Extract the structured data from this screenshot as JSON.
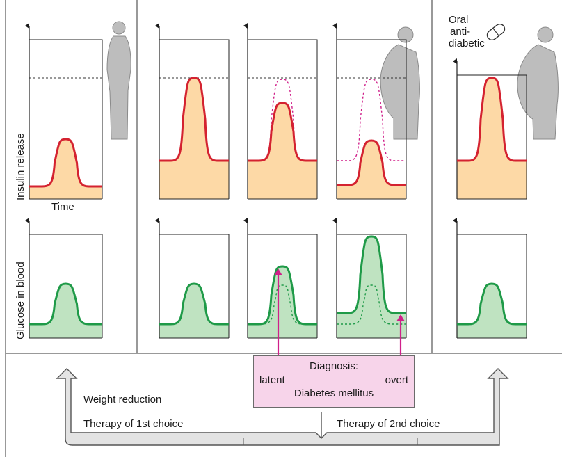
{
  "labels": {
    "y_insulin": "Insulin release",
    "y_glucose": "Glucose in blood",
    "x_time": "Time",
    "oral_antidiabetic": [
      "Oral",
      "anti-",
      "diabetic"
    ]
  },
  "diagnosis": {
    "title": "Diagnosis:",
    "latent": "latent",
    "overt": "overt",
    "disease": "Diabetes mellitus"
  },
  "therapy": {
    "weight_reduction": "Weight reduction",
    "first_choice": "Therapy of  1st choice",
    "second_choice": "Therapy of 2nd choice"
  },
  "colors": {
    "insulin_line": "#d42230",
    "insulin_fill": "#fdd9a6",
    "glucose_line": "#1f9a48",
    "glucose_fill": "#bfe3c1",
    "dashed_reference": "#d0208a",
    "diagnosis_box": "#f7d4ea",
    "arrow_fill": "#e3e3e3",
    "figure_fill": "#bdbdbd"
  }
}
